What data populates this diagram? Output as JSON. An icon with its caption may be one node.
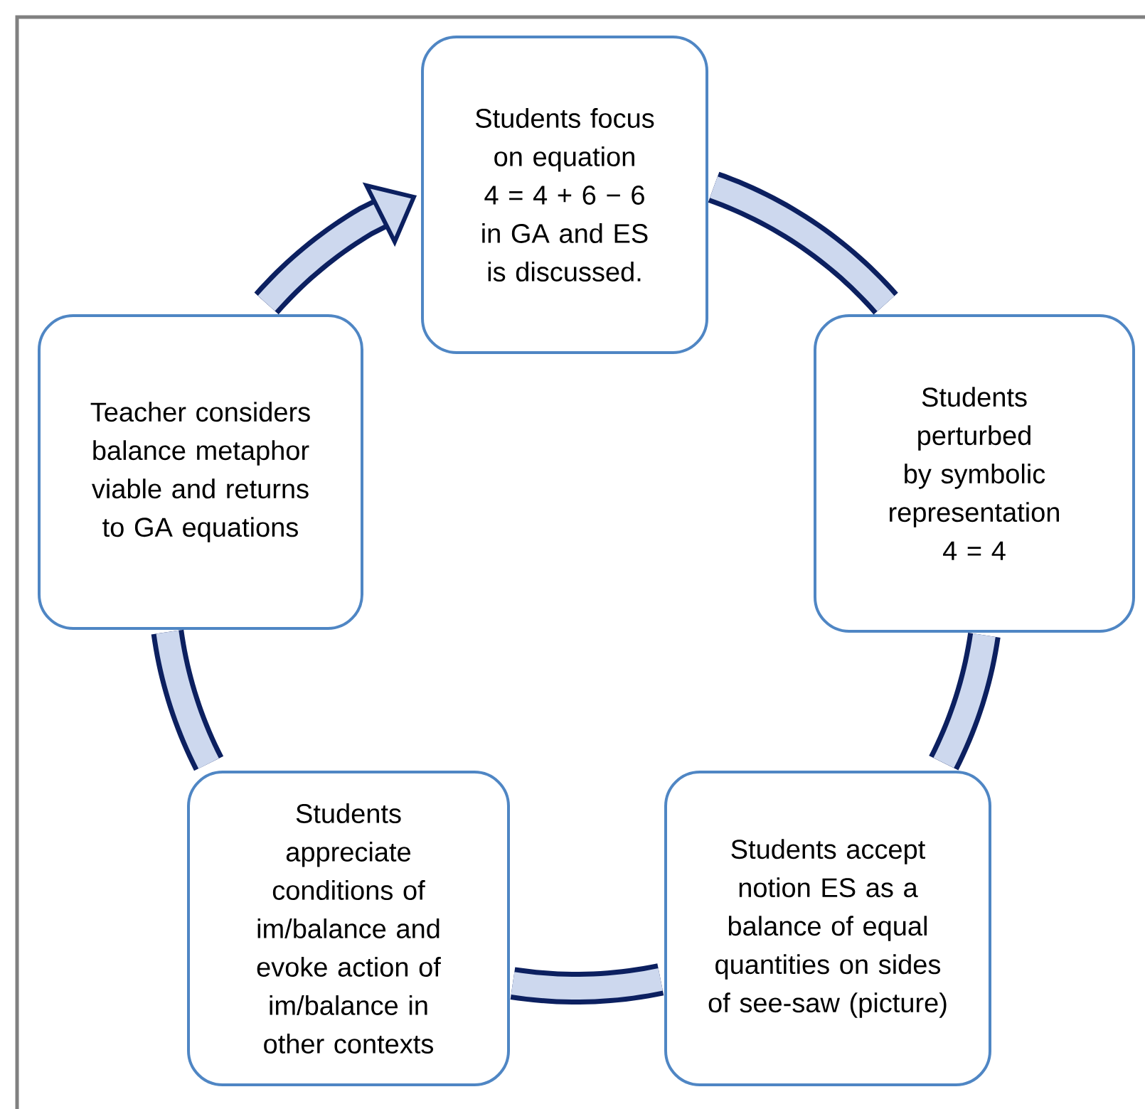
{
  "diagram": {
    "nodes": [
      {
        "text": [
          "Students focus on equation 4 = 4 + 6 − 6 in GA and ES is discussed."
        ]
      },
      {
        "text": [
          "Students perturbed by symbolic representation 4 = 4"
        ]
      },
      {
        "text": [
          "Students accept notion ES as a balance of equal quantities on sides of see-saw (picture)"
        ]
      },
      {
        "text": [
          "Students appreciate conditions of im/balance and evoke action of im/balance in other contexts"
        ]
      },
      {
        "text": [
          "Teacher considers balance metaphor viable and returns to GA equations"
        ]
      }
    ],
    "edges": [
      {
        "from": 0,
        "to": 1,
        "arrow": "none"
      },
      {
        "from": 1,
        "to": 2,
        "arrow": "none"
      },
      {
        "from": 2,
        "to": 3,
        "arrow": "none"
      },
      {
        "from": 3,
        "to": 4,
        "arrow": "none"
      },
      {
        "from": 4,
        "to": 0,
        "arrow": "to"
      }
    ]
  }
}
